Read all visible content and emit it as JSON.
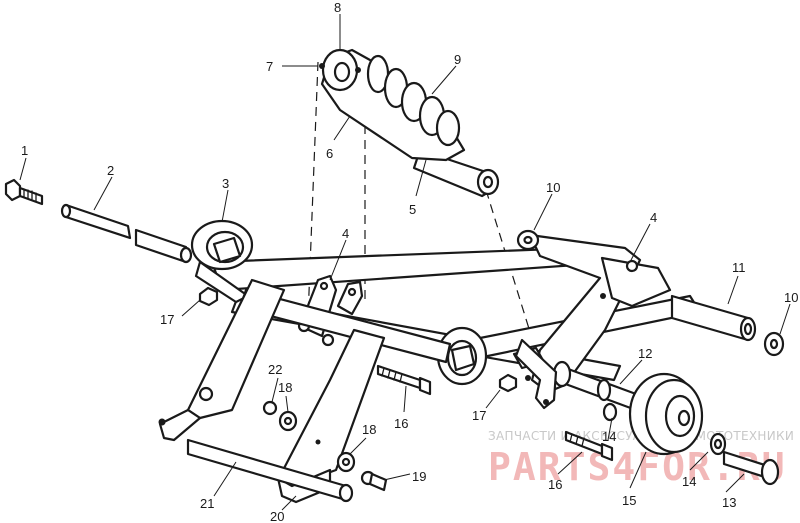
{
  "callouts": {
    "c1": "1",
    "c2": "2",
    "c3": "3",
    "c4a": "4",
    "c4b": "4",
    "c5": "5",
    "c6": "6",
    "c7": "7",
    "c8": "8",
    "c9": "9",
    "c10a": "10",
    "c10b": "10",
    "c11": "11",
    "c12": "12",
    "c13": "13",
    "c14a": "14",
    "c14b": "14",
    "c15": "15",
    "c16a": "16",
    "c16b": "16",
    "c17a": "17",
    "c17b": "17",
    "c18a": "18",
    "c18b": "18",
    "c19": "19",
    "c20": "20",
    "c21": "21",
    "c22": "22"
  },
  "watermark": {
    "tagline": "ЗАПЧАСТИ И АКСЕССУАРЫ ДЛЯ МОТОТЕХНИКИ",
    "logo": "PARTS4FOR.RU"
  }
}
